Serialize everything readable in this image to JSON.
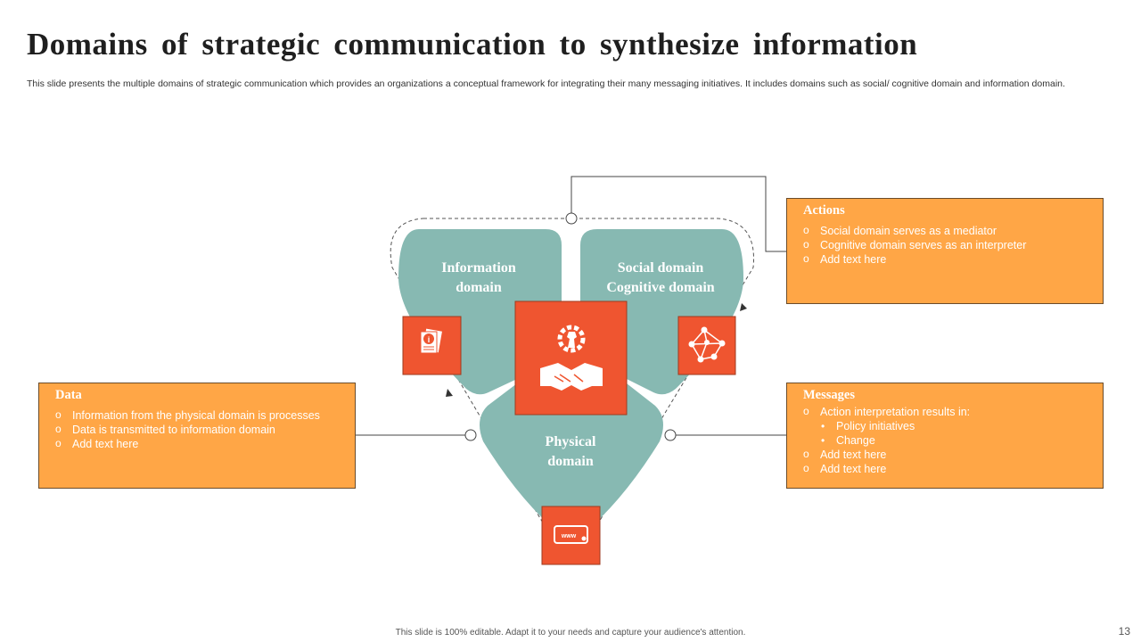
{
  "slide": {
    "title": "Domains of strategic communication to synthesize information",
    "subtitle": "This slide presents the multiple domains of strategic communication which provides an organizations a conceptual framework for integrating their many messaging initiatives. It includes domains such as social/ cognitive domain and information domain.",
    "footer": "This slide is 100% editable. Adapt it to your needs and capture your audience's attention.",
    "page_number": "13"
  },
  "domains": {
    "information": {
      "line1": "Information",
      "line2": "domain"
    },
    "social": {
      "line1": "Social domain",
      "line2": "Cognitive domain"
    },
    "physical": {
      "line1": "Physical",
      "line2": "domain"
    }
  },
  "boxes": {
    "actions": {
      "title": "Actions",
      "items": [
        "Social domain serves as a mediator",
        "Cognitive domain serves as an interpreter",
        "Add text here"
      ]
    },
    "data": {
      "title": "Data",
      "items": [
        "Information from the physical domain is processes",
        "Data is transmitted to information domain",
        "Add text here"
      ]
    },
    "messages": {
      "title": "Messages",
      "items": [
        "Action interpretation results in:",
        "Add text here",
        "Add text here"
      ],
      "subitems": [
        "Policy initiatives",
        "Change"
      ]
    }
  },
  "icons": {
    "center": "handshake-gear-chess-icon",
    "information": "document-info-icon",
    "social": "network-icon",
    "physical": "www-icon"
  },
  "colors": {
    "accent_orange": "#ffa646",
    "icon_red": "#ef5530",
    "teal": "#87b9b2"
  }
}
